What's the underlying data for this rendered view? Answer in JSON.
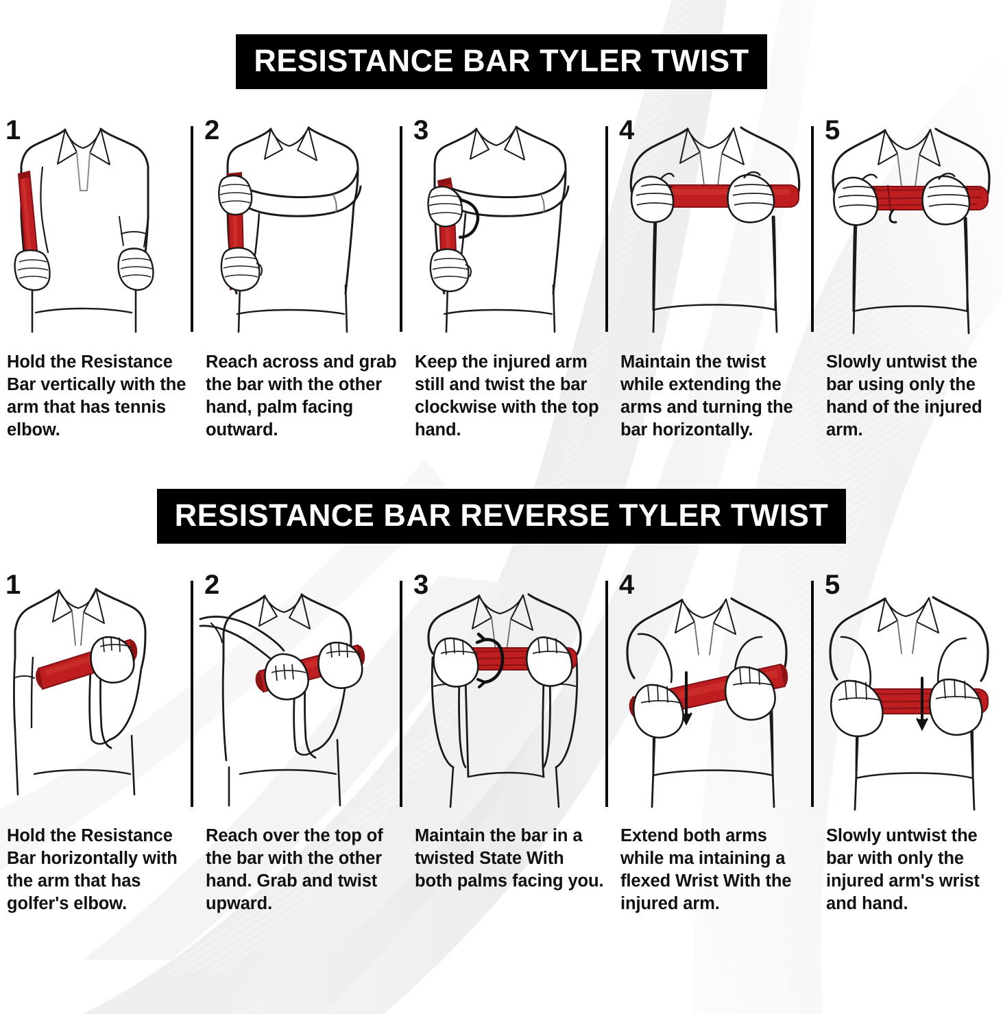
{
  "sections": [
    {
      "id": "tyler-twist",
      "title": "RESISTANCE BAR TYLER TWIST",
      "steps": [
        {
          "number": "1",
          "caption": "Hold the Resistance Bar vertically with the arm that has tennis elbow."
        },
        {
          "number": "2",
          "caption": "Reach across and grab the bar with the other hand, palm facing outward."
        },
        {
          "number": "3",
          "caption": "Keep the injured arm still and twist the bar clockwise with the top hand."
        },
        {
          "number": "4",
          "caption": "Maintain the twist while extending the arms and turning the bar horizontally."
        },
        {
          "number": "5",
          "caption": "Slowly untwist the bar using only the hand of the injured arm."
        }
      ]
    },
    {
      "id": "reverse-tyler-twist",
      "title": "RESISTANCE BAR REVERSE TYLER TWIST",
      "steps": [
        {
          "number": "1",
          "caption": "Hold the Resistance Bar horizontally with the arm that has golfer's elbow."
        },
        {
          "number": "2",
          "caption": "Reach over the top of the bar with the other hand. Grab and twist upward."
        },
        {
          "number": "3",
          "caption": "Maintain the bar in a twisted State With both palms facing you."
        },
        {
          "number": "4",
          "caption": "Extend both arms while ma intaining a flexed Wrist With the injured arm."
        },
        {
          "number": "5",
          "caption": "Slowly untwist the bar with only the injured arm's wrist and hand."
        }
      ]
    }
  ],
  "colors": {
    "bar_red": "#BE1E20",
    "bar_red_dark": "#8E1315",
    "banner_bg": "#000000",
    "banner_text": "#FFFFFF",
    "ink": "#111111",
    "background": "#FFFFFF"
  }
}
